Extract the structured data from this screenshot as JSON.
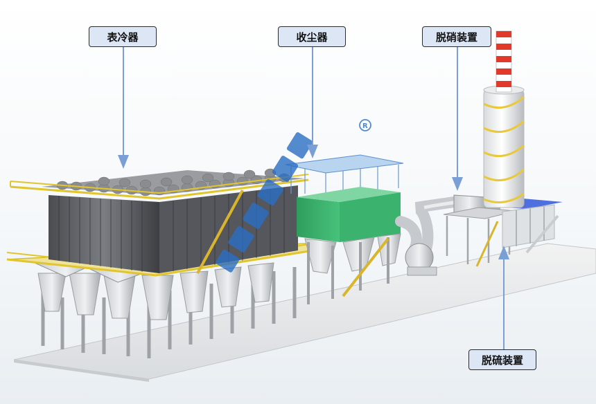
{
  "labels": {
    "surface_cooler": "表冷器",
    "dust_collector": "收尘器",
    "denitrification": "脱硝装置",
    "desulfurization": "脱硫装置"
  },
  "colors": {
    "label_fill": "#dce6f5",
    "label_border": "#2b2b2b",
    "arrow": "#7a9fd6",
    "steel": "#b9bcc0",
    "walkway": "#e7d24a",
    "green_body": "#37b36b",
    "chimney_red": "#e23a2a",
    "logo_blue": "#2b6fc4"
  }
}
